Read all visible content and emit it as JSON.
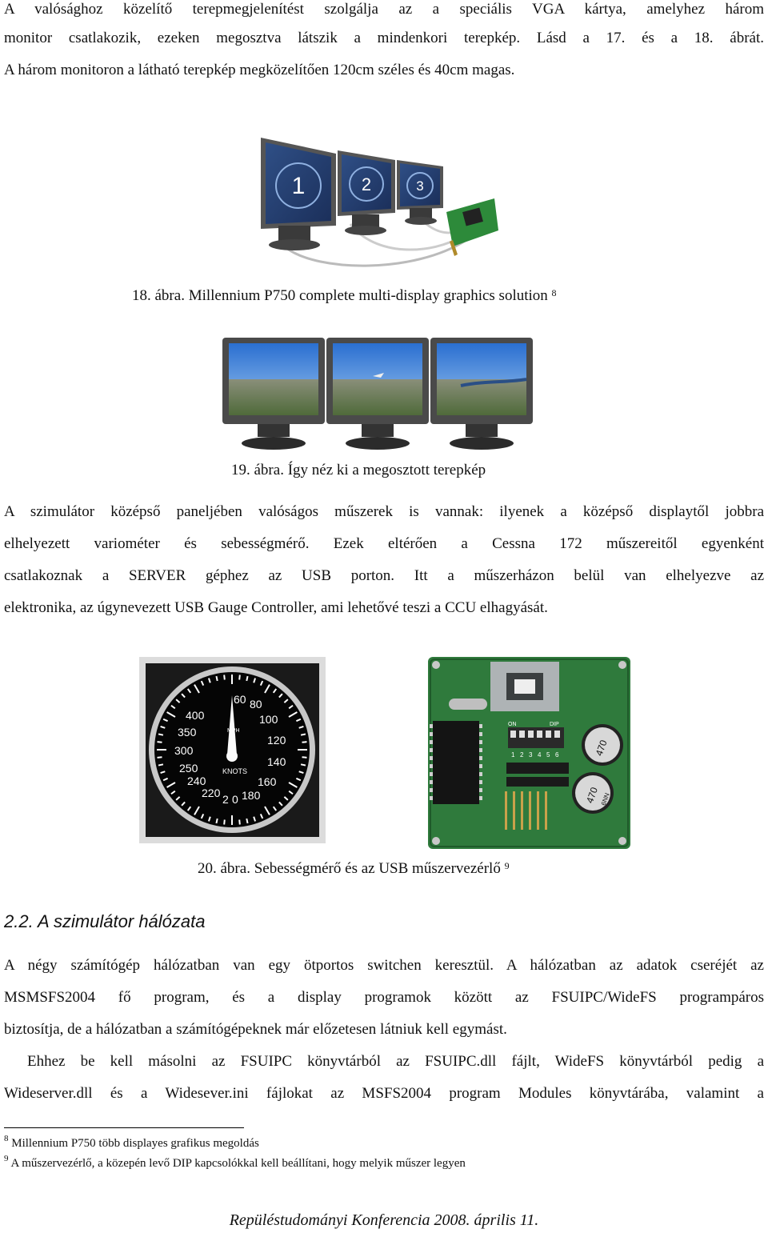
{
  "intro": {
    "lines": [
      "A valósághoz közelítő terepmegjelenítést szolgálja az a speciális VGA kártya, amelyhez három",
      "monitor csatlakozik, ezeken megosztva látszik a mindenkori terepkép. Lásd a 17. és a 18. ábrát.",
      "A három monitoron a látható terepkép megközelítően 120cm széles és 40cm magas."
    ]
  },
  "figure18": {
    "monitor_labels": [
      "1",
      "2",
      "3"
    ],
    "caption": "18. ábra. Millennium P750 complete multi-display graphics solution",
    "footnote_ref": "8"
  },
  "figure19": {
    "caption": "19. ábra. Így néz ki a megosztott terepkép"
  },
  "paragraph1": {
    "lines": [
      "A szimulátor középső paneljében valóságos műszerek is vannak: ilyenek a középső displaytől jobbra",
      "elhelyezett variométer és sebességmérő. Ezek eltérően a Cessna 172 műszereitől egyenként",
      "csatlakoznak a SERVER géphez az USB porton. Itt a műszerházon belül van elhelyezve az",
      "elektronika, az úgynevezett USB Gauge Controller, ami lehetővé teszi a CCU elhagyását."
    ]
  },
  "figure20": {
    "gauge": {
      "numbers": [
        "60",
        "80",
        "100",
        "120",
        "140",
        "160",
        "180",
        "0",
        "2",
        "220",
        "240",
        "250",
        "300",
        "350",
        "400"
      ],
      "unit": "KNOTS",
      "subunit": "MPH"
    },
    "board": {
      "dip_label": "DIP",
      "dip_on": "ON",
      "dip_numbers": [
        "1",
        "2",
        "3",
        "4",
        "5",
        "6"
      ],
      "capacitor_text": "470",
      "capacitor_sub": "6NN",
      "caption": "20. ábra. Sebességmérő és az USB műszervezérlő",
      "footnote_ref": "9"
    }
  },
  "section": {
    "heading": "2.2. A szimulátor hálózata",
    "lines": [
      "A négy számítógép hálózatban van egy ötportos switchen keresztül. A hálózatban az adatok cseréjét az",
      "MSMSFS2004 fő program, és a display programok között az FSUIPC/WideFS programpáros",
      "biztosítja, de a hálózatban a számítógépeknek már előzetesen látniuk kell egymást.",
      "Ehhez be kell másolni az FSUIPC könyvtárból az FSUIPC.dll fájlt, WideFS könyvtárból pedig a",
      "Wideserver.dll és a Widesever.ini fájlokat  az MSFS2004 program Modules könyvtárába, valamint a"
    ]
  },
  "footnotes": [
    {
      "num": "8",
      "text": "Millennium P750 több displayes grafikus megoldás"
    },
    {
      "num": "9",
      "text": "A műszervezérlő, a közepén levő DIP kapcsolókkal kell beállítani, hogy melyik műszer legyen"
    }
  ],
  "footer": "Repüléstudományi Konferencia 2008. április 11."
}
